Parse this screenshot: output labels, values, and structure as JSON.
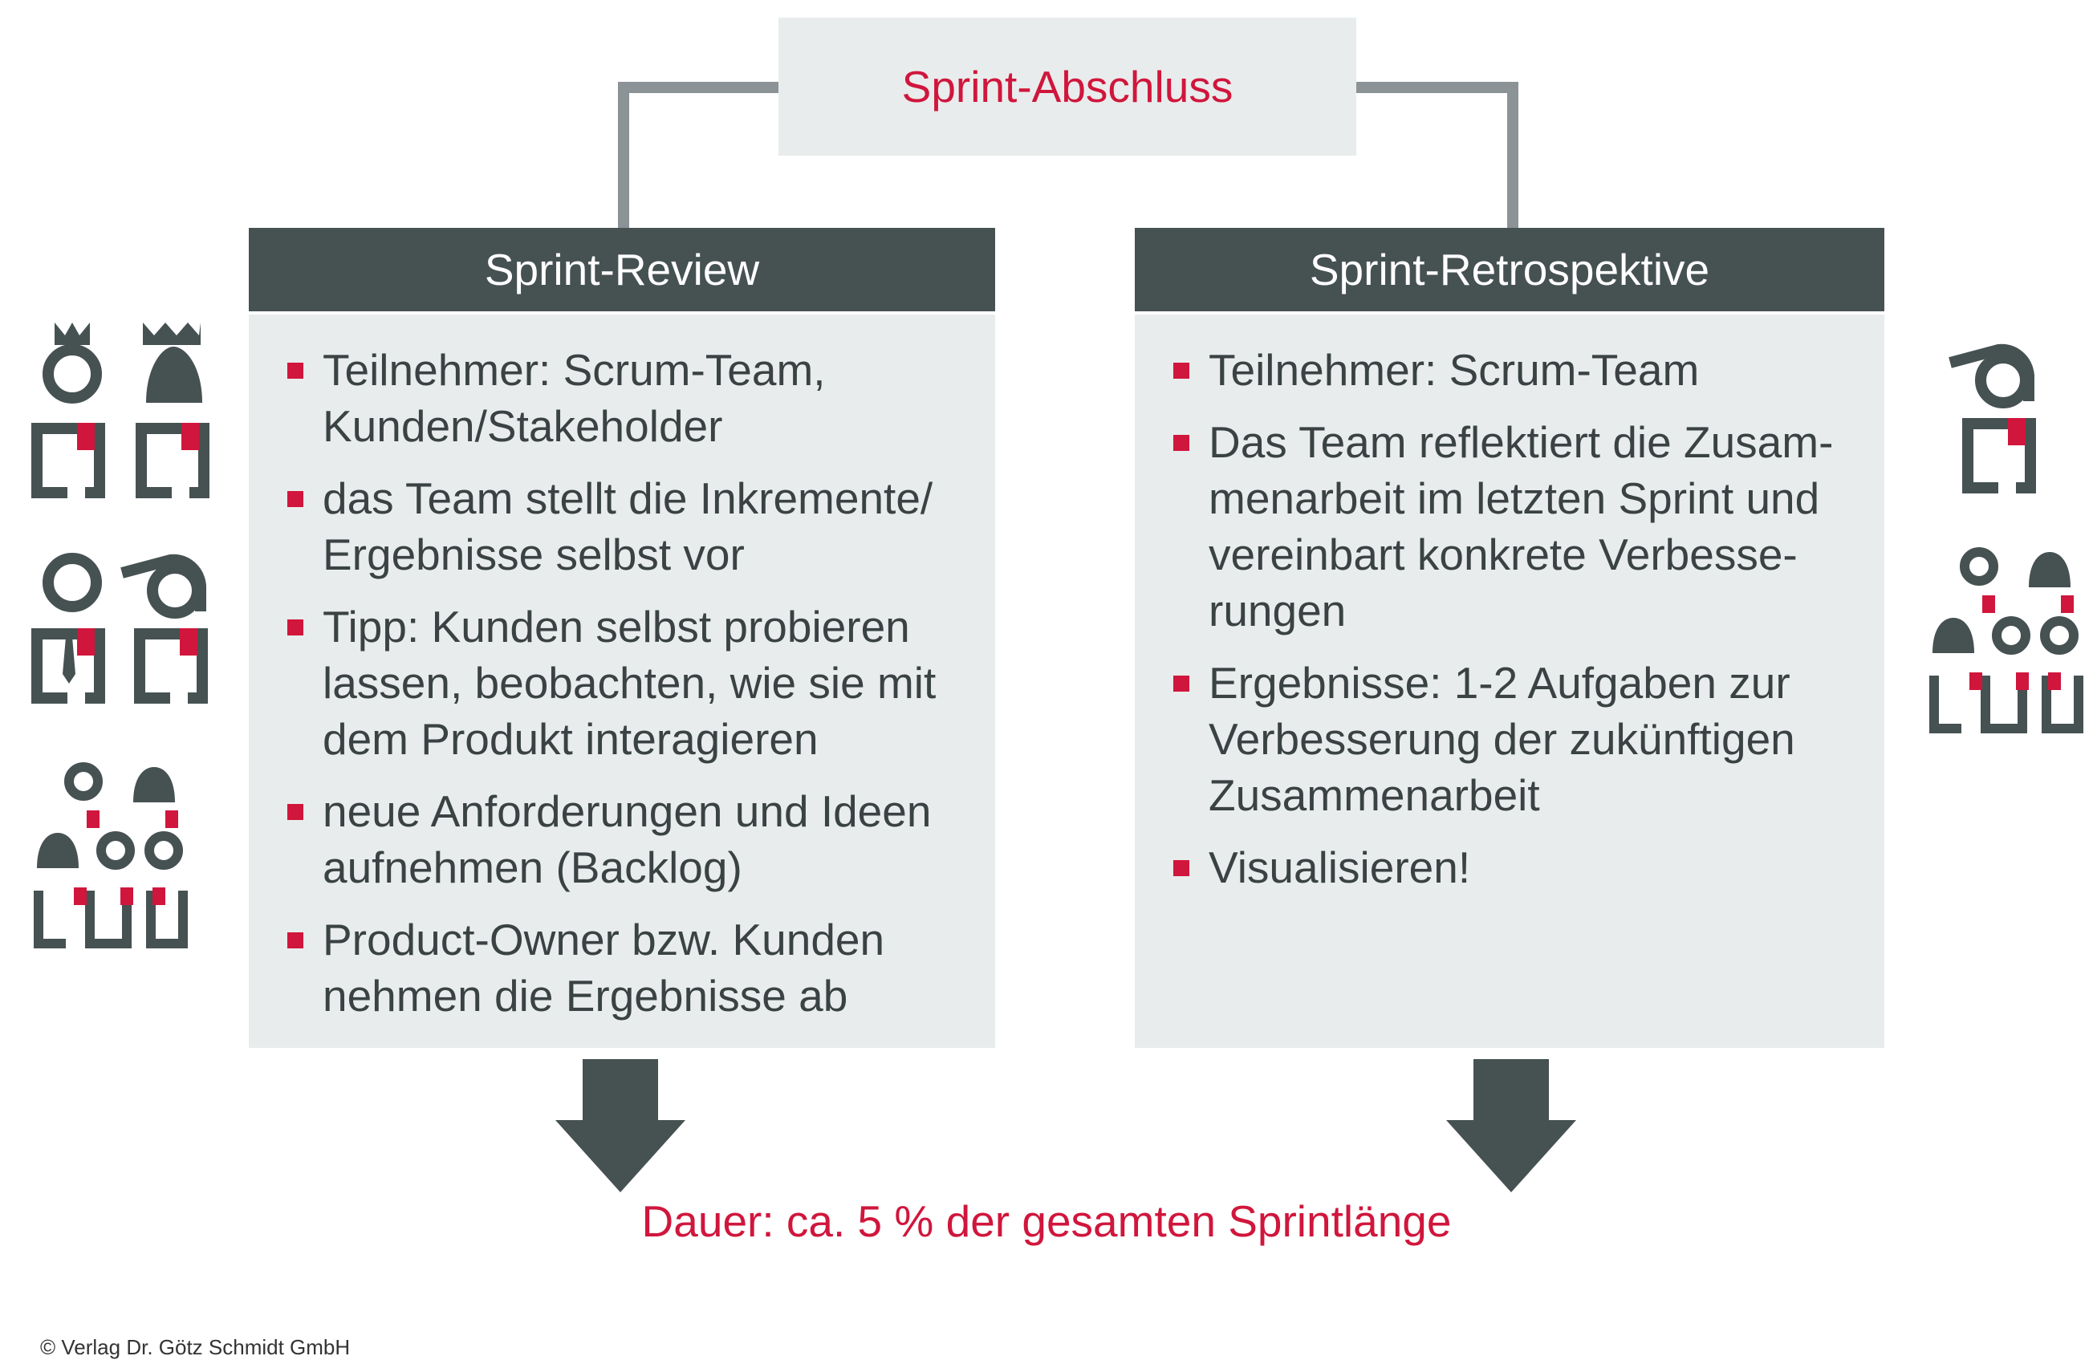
{
  "top": {
    "title": "Sprint-Abschluss"
  },
  "review": {
    "title": "Sprint-Review",
    "bullets": [
      [
        "Teilnehmer: Scrum-Team,",
        "Kunden/Stakeholder"
      ],
      [
        "das Team stellt die Inkremente/",
        "Ergebnisse selbst vor"
      ],
      [
        "Tipp: Kunden selbst probieren",
        "lassen, beobachten, wie sie mit",
        "dem Produkt interagieren"
      ],
      [
        "neue Anforderungen und Ideen",
        "aufnehmen (Backlog)"
      ],
      [
        "Product-Owner bzw. Kunden",
        "nehmen die Ergebnisse ab"
      ]
    ]
  },
  "retro": {
    "title": "Sprint-Retrospektive",
    "bullets": [
      [
        "Teilnehmer: Scrum-Team"
      ],
      [
        "Das Team reflektiert die Zusam-",
        "menarbeit im letzten Sprint und",
        "vereinbart konkrete Verbesse-",
        "rungen"
      ],
      [
        "Ergebnisse: 1-2 Aufgaben zur",
        "Verbesserung der zukünftigen",
        "Zusammenarbeit"
      ],
      [
        "Visualisieren!"
      ]
    ]
  },
  "footer": {
    "duration": "Dauer: ca. 5 % der gesamten Sprintlänge",
    "copyright": "© Verlag Dr. Götz Schmidt GmbH"
  },
  "icons": {
    "left": [
      "king-person-icon",
      "queen-person-icon",
      "businessman-icon",
      "cap-person-icon",
      "team-group-icon"
    ],
    "right": [
      "cap-person-icon",
      "team-group-icon"
    ]
  },
  "colors": {
    "accent": "#d0163c",
    "dark": "#465152",
    "panel": "#e9ecec",
    "line": "#8c9396"
  }
}
